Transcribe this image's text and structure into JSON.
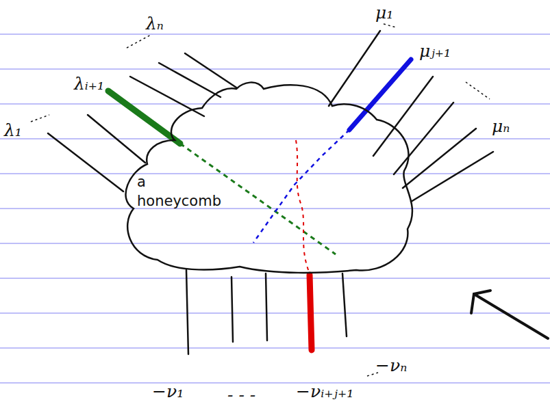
{
  "diagram": {
    "nodes": [
      {
        "text": [
          "a honeycomb"
        ]
      }
    ],
    "labels": [
      "λₙ",
      "λᵢ₊₁",
      "λ₁",
      "μ₁",
      "μⱼ₊₁",
      "μₙ",
      "−ν₁",
      "- - -",
      "−νᵢ₊ⱼ₊₁",
      "−νₙ"
    ]
  }
}
